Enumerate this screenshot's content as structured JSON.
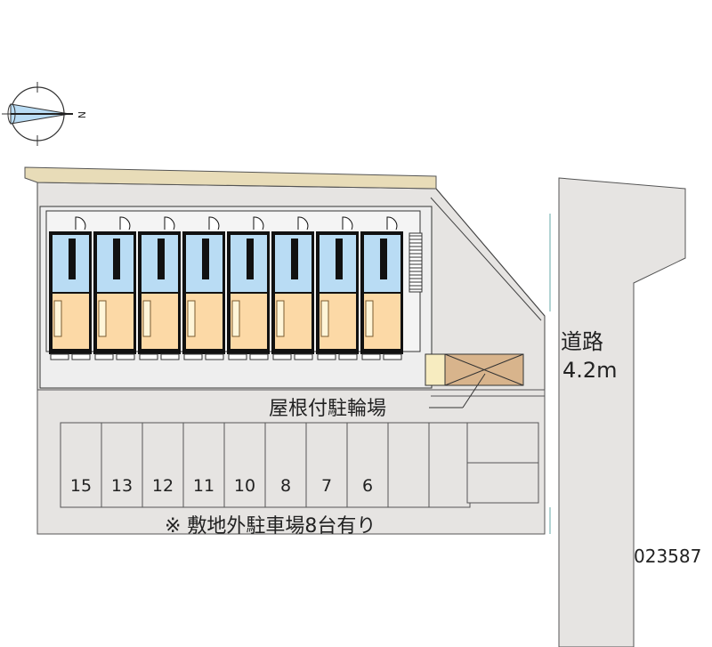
{
  "compass": {
    "north_label": "N"
  },
  "road": {
    "label": "道路",
    "width": "4.2m"
  },
  "bicycle_parking": {
    "label": "屋根付駐輪場"
  },
  "parking": {
    "spaces": [
      "15",
      "13",
      "12",
      "11",
      "10",
      "8",
      "7",
      "6"
    ]
  },
  "note": "※ 敷地外駐車場8台有り",
  "property_code": "023587",
  "colors": {
    "lot": "#e6e4e2",
    "road": "#e6e4e2",
    "wet_area": "#b9dcf4",
    "room": "#fcd9a6",
    "fence": "#e8dcb8",
    "bike_roof": "#d8b48c"
  }
}
